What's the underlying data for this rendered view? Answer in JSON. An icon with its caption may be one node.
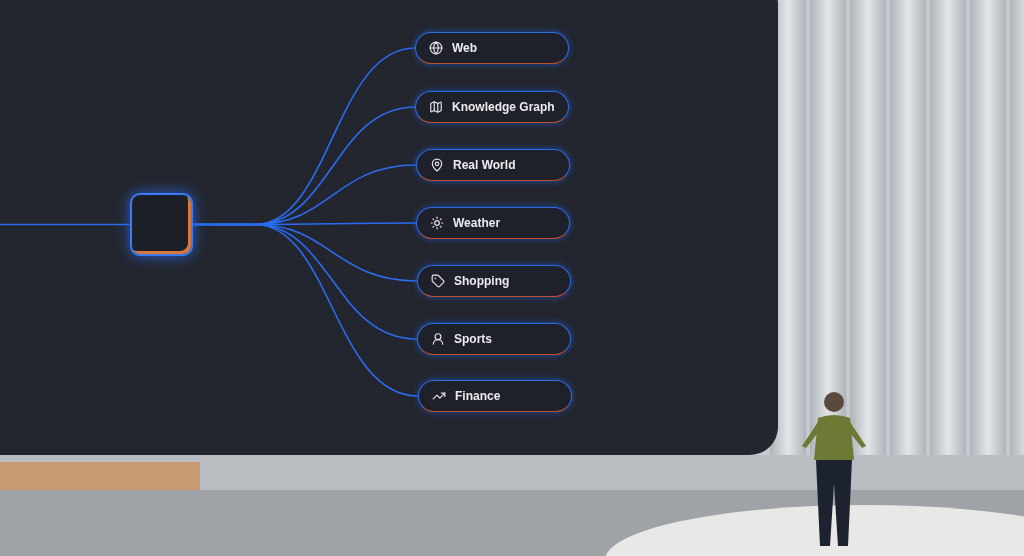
{
  "diagram": {
    "nodes": [
      {
        "text": [],
        "shape": "box"
      },
      {
        "text": [
          "Web"
        ]
      },
      {
        "text": [
          "Knowledge Graph"
        ]
      },
      {
        "text": [
          "Real World"
        ]
      },
      {
        "text": [
          "Weather"
        ]
      },
      {
        "text": [
          "Shopping"
        ]
      },
      {
        "text": [
          "Sports"
        ]
      },
      {
        "text": [
          "Finance"
        ]
      }
    ],
    "edges": [
      {
        "from": null,
        "to": 0,
        "arrow": "none"
      },
      {
        "from": 0,
        "to": 1,
        "arrow": "none"
      },
      {
        "from": 0,
        "to": 2,
        "arrow": "none"
      },
      {
        "from": 0,
        "to": 3,
        "arrow": "none"
      },
      {
        "from": 0,
        "to": 4,
        "arrow": "none"
      },
      {
        "from": 0,
        "to": 5,
        "arrow": "none"
      },
      {
        "from": 0,
        "to": 6,
        "arrow": "none"
      },
      {
        "from": 0,
        "to": 7,
        "arrow": "none"
      }
    ]
  }
}
